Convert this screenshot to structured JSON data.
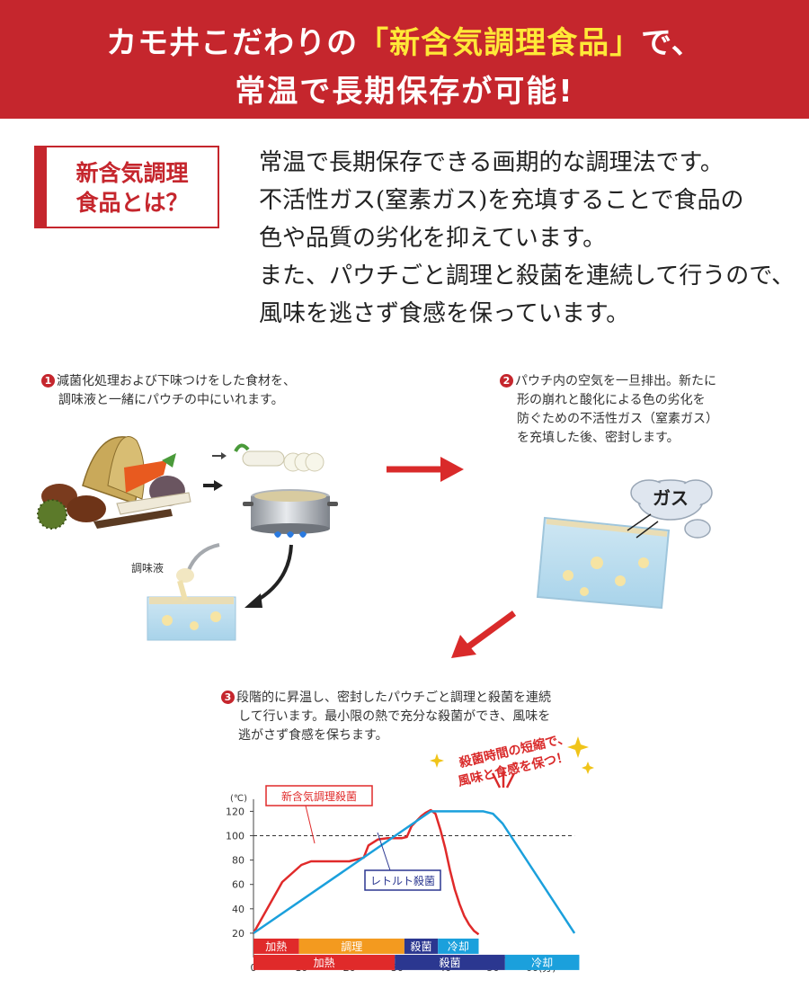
{
  "header": {
    "line1_before": "カモ井こだわりの",
    "line1_highlight": "「新含気調理食品」",
    "line1_after": "で、",
    "line2": "常温で長期保存が可能!"
  },
  "badge": {
    "line1": "新含気調理",
    "line2": "食品とは？"
  },
  "intro": {
    "lines": [
      "常温で長期保存できる画期的な調理法です。",
      "不活性ガス(窒素ガス)を充填することで食品の",
      "色や品質の劣化を抑えています。",
      "また、パウチごと調理と殺菌を連続して行うので、",
      "風味を逃さず食感を保っています。"
    ]
  },
  "steps": [
    {
      "num": "1",
      "lines": [
        "減菌化処理および下味つけをした食材を、",
        "調味液と一緒にパウチの中にいれます。"
      ]
    },
    {
      "num": "2",
      "lines": [
        "パウチ内の空気を一旦排出。新たに",
        "形の崩れと酸化による色の劣化を",
        "防ぐための不活性ガス（窒素ガス）",
        "を充填した後、密封します。"
      ]
    },
    {
      "num": "3",
      "lines": [
        "段階的に昇温し、密封したパウチごと調理と殺菌を連続",
        "して行います。最小限の熱で充分な殺菌ができ、風味を",
        "逃がさず食感を保ちます。"
      ]
    }
  ],
  "labels": {
    "seasoning": "調味液",
    "gas": "ガス"
  },
  "callout": {
    "line1": "殺菌時間の短縮で、",
    "line2": "風味と食感を保つ！"
  },
  "chart_data": {
    "type": "line",
    "ylabel": "(℃)",
    "xlabel_unit": "(分)",
    "x_ticks": [
      0,
      10,
      20,
      30,
      40,
      50,
      60
    ],
    "y_ticks": [
      20,
      40,
      60,
      80,
      100,
      120
    ],
    "xlim": [
      0,
      68
    ],
    "ylim": [
      0,
      130
    ],
    "reference_line": 100,
    "series": [
      {
        "name": "新含気調理殺菌",
        "color": "#e02a2a",
        "points": [
          [
            0,
            20
          ],
          [
            6,
            62
          ],
          [
            10,
            76
          ],
          [
            12,
            79
          ],
          [
            20,
            79
          ],
          [
            23,
            82
          ],
          [
            24,
            92
          ],
          [
            26,
            97
          ],
          [
            28,
            98
          ],
          [
            31,
            98
          ],
          [
            32,
            99
          ],
          [
            33,
            108
          ],
          [
            35,
            116
          ],
          [
            36,
            119
          ],
          [
            37,
            121
          ],
          [
            38,
            118
          ],
          [
            39,
            105
          ],
          [
            40,
            90
          ],
          [
            41,
            72
          ],
          [
            42,
            56
          ],
          [
            43,
            44
          ],
          [
            44,
            34
          ],
          [
            45,
            27
          ],
          [
            46,
            22
          ],
          [
            47,
            19
          ]
        ]
      },
      {
        "name": "レトルト殺菌",
        "color": "#1ba0dc",
        "points": [
          [
            0,
            20
          ],
          [
            37,
            120
          ],
          [
            48,
            120
          ],
          [
            50,
            118
          ],
          [
            52,
            110
          ],
          [
            67,
            20
          ]
        ]
      }
    ],
    "phase_bars": [
      {
        "row": 1,
        "segments": [
          {
            "label": "加熱",
            "from": 0,
            "to": 9.5,
            "color": "#e02a2a"
          },
          {
            "label": "調理",
            "from": 9.5,
            "to": 31.5,
            "color": "#f39a1f"
          },
          {
            "label": "殺菌",
            "from": 31.5,
            "to": 38.5,
            "color": "#2b3790"
          },
          {
            "label": "冷却",
            "from": 38.5,
            "to": 47,
            "color": "#1ba0dc"
          }
        ]
      },
      {
        "row": 2,
        "segments": [
          {
            "label": "加熱",
            "from": 0,
            "to": 29.5,
            "color": "#e02a2a"
          },
          {
            "label": "殺菌",
            "from": 29.5,
            "to": 52.5,
            "color": "#2b3790"
          },
          {
            "label": "冷却",
            "from": 52.5,
            "to": 68,
            "color": "#1ba0dc"
          }
        ]
      }
    ]
  },
  "colors": {
    "brand_red": "#c5262d",
    "highlight": "#ffe838"
  }
}
